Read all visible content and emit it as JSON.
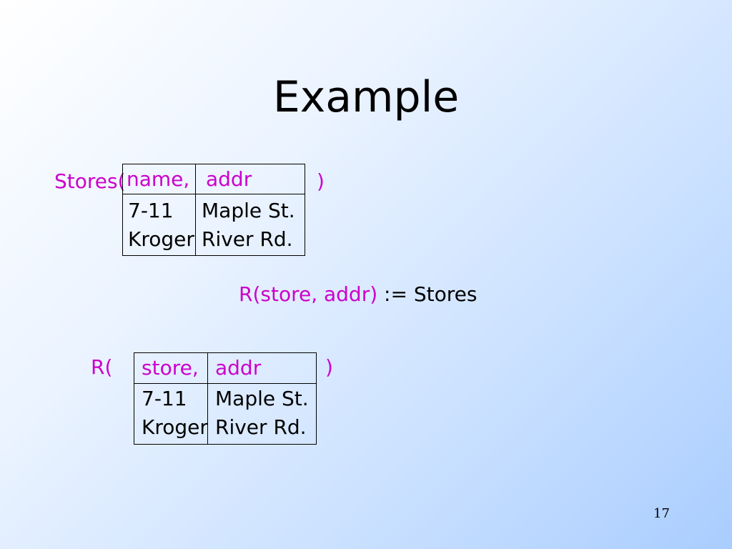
{
  "title": "Example",
  "table1": {
    "prefix": "Stores(",
    "headers": [
      "name,",
      "addr"
    ],
    "close_paren": ")",
    "rows": [
      [
        "7-11",
        "Maple St."
      ],
      [
        "Kroger",
        "River Rd."
      ]
    ]
  },
  "statement": {
    "lhs": "R(store, addr)",
    "rhs": ":= Stores"
  },
  "table2": {
    "prefix": "R(",
    "headers": [
      "store,",
      "addr"
    ],
    "close_paren": ")",
    "rows": [
      [
        "7-11",
        "Maple St."
      ],
      [
        "Kroger",
        "River Rd."
      ]
    ]
  },
  "page_number": "17",
  "colors": {
    "accent": "#cc00cc",
    "text": "#000000"
  }
}
